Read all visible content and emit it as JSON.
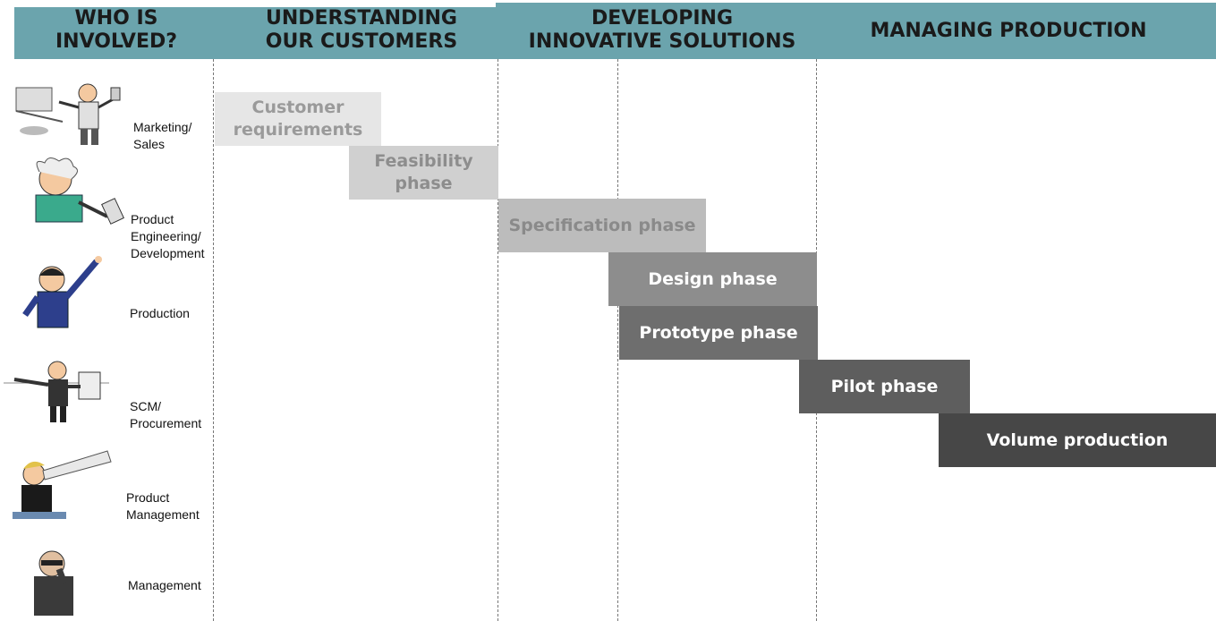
{
  "headers": [
    {
      "label": "WHO IS\nINVOLVED?"
    },
    {
      "label": "UNDERSTANDING\nOUR CUSTOMERS"
    },
    {
      "label": "DEVELOPING\nINNOVATIVE SOLUTIONS"
    },
    {
      "label": "MANAGING PRODUCTION"
    }
  ],
  "roles": [
    {
      "label": "Marketing/\nSales",
      "icon": "salesperson-icon"
    },
    {
      "label": "Product\nEngineering/\nDevelopment",
      "icon": "engineer-icon"
    },
    {
      "label": "Production",
      "icon": "production-worker-icon"
    },
    {
      "label": "SCM/\nProcurement",
      "icon": "procurement-clipboard-icon"
    },
    {
      "label": "Product\nManagement",
      "icon": "telescope-icon"
    },
    {
      "label": "Management",
      "icon": "manager-thinking-icon"
    }
  ],
  "phases": [
    {
      "label": "Customer\nrequirements",
      "bg": "#e6e6e6",
      "fg": "#9a9a9a"
    },
    {
      "label": "Feasibility\nphase",
      "bg": "#d0d0d0",
      "fg": "#8d8d8d"
    },
    {
      "label": "Specification phase",
      "bg": "#bcbcbc",
      "fg": "#8a8a8a"
    },
    {
      "label": "Design phase",
      "bg": "#8d8d8d",
      "fg": "#ffffff"
    },
    {
      "label": "Prototype phase",
      "bg": "#6e6e6e",
      "fg": "#ffffff"
    },
    {
      "label": "Pilot phase",
      "bg": "#5e5e5e",
      "fg": "#ffffff"
    },
    {
      "label": "Volume production",
      "bg": "#474747",
      "fg": "#ffffff"
    }
  ],
  "colors": {
    "header": "#6ba4ad"
  }
}
